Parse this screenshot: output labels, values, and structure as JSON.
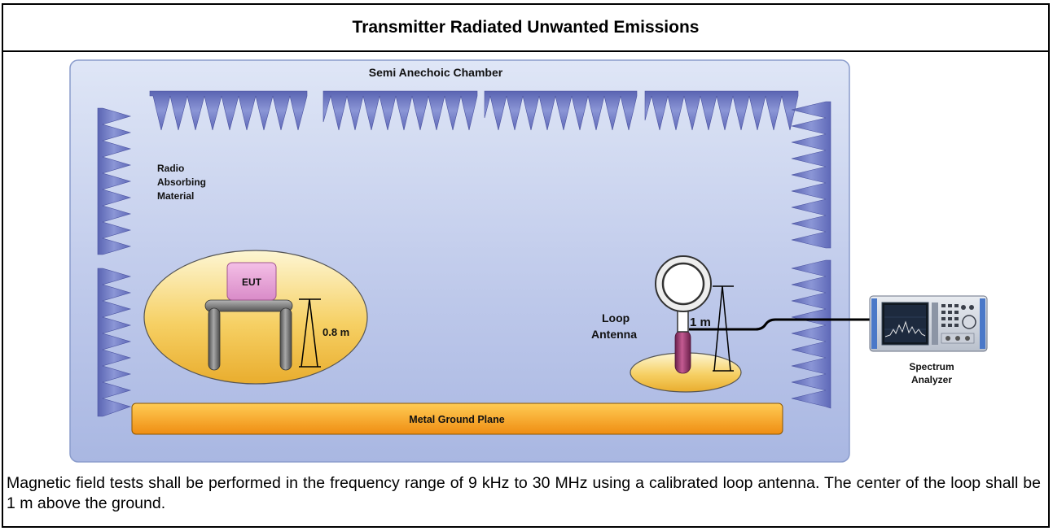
{
  "title": "Transmitter Radiated Unwanted Emissions",
  "diagram": {
    "chamber_label": "Semi Anechoic Chamber",
    "absorber_label": [
      "Radio",
      "Absorbing",
      "Material"
    ],
    "eut_label": "EUT",
    "table_height_label": "0.8 m",
    "antenna_label": [
      "Loop",
      "Antenna"
    ],
    "antenna_height_label": "1 m",
    "ground_plane_label": "Metal Ground Plane",
    "analyzer_label": [
      "Spectrum",
      "Analyzer"
    ]
  },
  "caption": "Magnetic field tests shall be performed in the frequency range of 9 kHz to 30 MHz using a calibrated loop antenna. The center of the loop shall be 1 m above the ground."
}
